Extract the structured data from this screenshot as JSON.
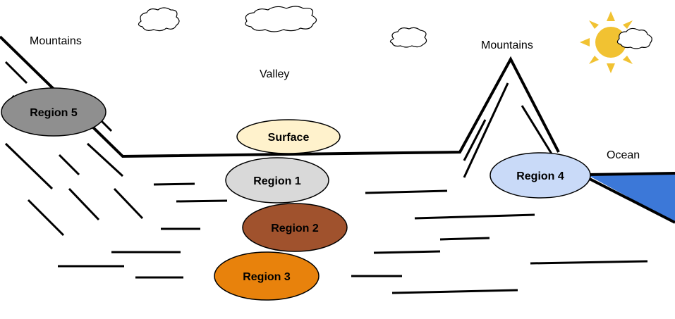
{
  "labels": {
    "mountains_left": "Mountains",
    "valley": "Valley",
    "mountains_right": "Mountains",
    "ocean": "Ocean"
  },
  "regions": {
    "surface": {
      "label": "Surface",
      "fill": "#fff2cc"
    },
    "region1": {
      "label": "Region 1",
      "fill": "#d9d9d9"
    },
    "region2": {
      "label": "Region 2",
      "fill": "#a0522d"
    },
    "region3": {
      "label": "Region 3",
      "fill": "#e8820c"
    },
    "region4": {
      "label": "Region 4",
      "fill": "#c9daf8"
    },
    "region5": {
      "label": "Region 5",
      "fill": "#8f8f8f"
    }
  },
  "colors": {
    "sun": "#f1c232",
    "ocean": "#3c78d8",
    "line": "#000000"
  },
  "icons": [
    "cloud-icon",
    "sun-icon"
  ]
}
